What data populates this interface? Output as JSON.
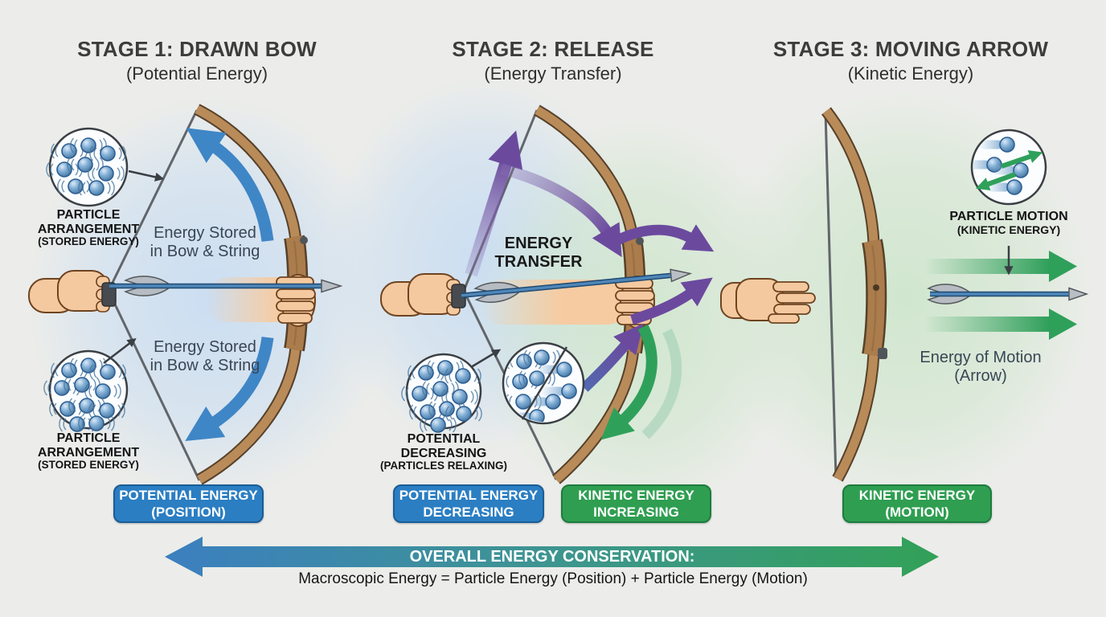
{
  "colors": {
    "background": "#ecedea",
    "potential_blue": "#2b7ec2",
    "kinetic_green": "#2f9e51",
    "transfer_purple": "#6b4a9e",
    "stored_arrow_blue": "#3f86c6",
    "conservation_gradient_start": "#3c7fc0",
    "conservation_gradient_end": "#32a157"
  },
  "stage1": {
    "title": "STAGE 1: DRAWN BOW",
    "subtitle": "(Potential Energy)",
    "particle_top": {
      "line1": "PARTICLE",
      "line2": "ARRANGEMENT",
      "line3": "(STORED ENERGY)"
    },
    "particle_bottom": {
      "line1": "PARTICLE",
      "line2": "ARRANGEMENT",
      "line3": "(STORED ENERGY)"
    },
    "note_top": {
      "line1": "Energy Stored",
      "line2": "in Bow & String"
    },
    "note_bottom": {
      "line1": "Energy Stored",
      "line2": "in Bow & String"
    },
    "badge": {
      "line1": "POTENTIAL ENERGY",
      "line2": "(POSITION)"
    }
  },
  "stage2": {
    "title": "STAGE 2: RELEASE",
    "subtitle": "(Energy Transfer)",
    "transfer_label": {
      "line1": "ENERGY",
      "line2": "TRANSFER"
    },
    "particle_label": {
      "line1": "POTENTIAL",
      "line2": "DECREASING",
      "line3": "(PARTICLES RELAXING)"
    },
    "badge_potential": {
      "line1": "POTENTIAL ENERGY",
      "line2": "DECREASING"
    },
    "badge_kinetic": {
      "line1": "KINETIC ENERGY",
      "line2": "INCREASING"
    }
  },
  "stage3": {
    "title": "STAGE 3: MOVING ARROW",
    "subtitle": "(Kinetic Energy)",
    "particle_label": {
      "line1": "PARTICLE MOTION",
      "line2": "(KINETIC ENERGY)"
    },
    "motion_label": {
      "line1": "Energy of Motion",
      "line2": "(Arrow)"
    },
    "badge": {
      "line1": "KINETIC ENERGY",
      "line2": "(MOTION)"
    }
  },
  "footer": {
    "banner": "OVERALL ENERGY CONSERVATION:",
    "equation": "Macroscopic Energy = Particle Energy (Position) + Particle Energy (Motion)"
  }
}
